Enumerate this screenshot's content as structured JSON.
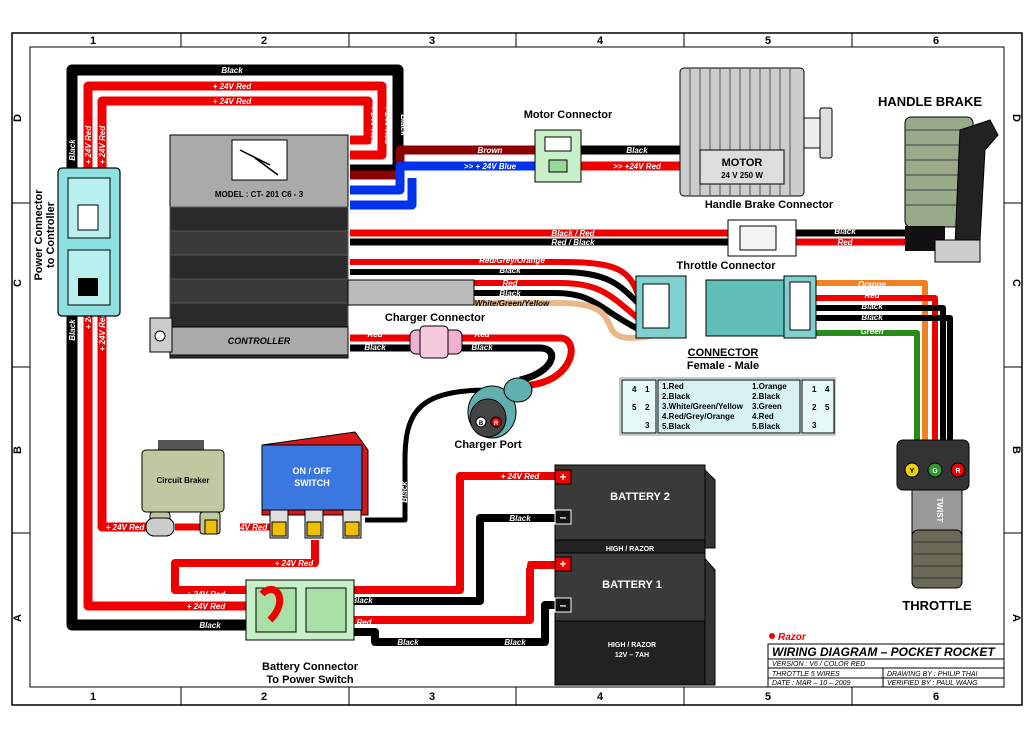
{
  "grid": {
    "columns": [
      "1",
      "2",
      "3",
      "4",
      "5",
      "6"
    ],
    "rows": [
      "D",
      "C",
      "B",
      "A"
    ]
  },
  "components": {
    "handle_brake": "HANDLE BRAKE",
    "motor_connector": "Motor Connector",
    "motor_title": "MOTOR",
    "motor_spec": "24 V 250 W",
    "handle_brake_connector": "Handle Brake Connector",
    "throttle_connector": "Throttle Connector",
    "charger_connector": "Charger Connector",
    "charger_port": "Charger Port",
    "controller_model": "MODEL : CT- 201 C6 - 3",
    "controller_label": "CONTROLLER",
    "power_connector_line1": "Power Connector",
    "power_connector_line2": "to Controller",
    "circuit_breaker": "Circuit Braker",
    "switch_line1": "ON / OFF",
    "switch_line2": "SWITCH",
    "battery2": "BATTERY 2",
    "battery1": "BATTERY 1",
    "battery_brand_top": "HIGH / RAZOR",
    "battery_brand_bottom_line1": "HIGH / RAZOR",
    "battery_brand_bottom_line2": "12V – 7AH",
    "battery_connector_line1": "Battery Connector",
    "battery_connector_line2": "To Power Switch",
    "throttle": "THROTTLE",
    "twist": "TWIST",
    "charger_port_b": "B",
    "charger_port_r": "R",
    "throttle_y": "Y",
    "throttle_g": "G",
    "throttle_r": "R",
    "plus": "+",
    "minus": "–"
  },
  "connector_legend": {
    "title": "CONNECTOR",
    "subtitle": "Female  -  Male",
    "female": [
      "1.Red",
      "2.Black",
      "3.White/Green/Yellow",
      "4.Red/Grey/Orange",
      "5.Black"
    ],
    "male": [
      "1.Orange",
      "2.Black",
      "3.Green",
      "4.Red",
      "5.Black"
    ],
    "female_pins": [
      "4",
      "1",
      "5",
      "2",
      "3"
    ],
    "male_pins": [
      "4",
      "1",
      "2",
      "5",
      "3"
    ]
  },
  "wire_labels": {
    "black": "Black",
    "red24": "+ 24V Red",
    "brown": "Brown",
    "blue24": ">> + 24V Blue",
    "red24m": ">> +24V Red",
    "black_red": "Black / Red",
    "red_black": "Red / Black",
    "red_grey_orange": "Red/Grey/Orange",
    "red": "Red",
    "white_green_yellow": "White/Green/Yellow",
    "orange": "Orange",
    "green": "Green"
  },
  "title_block": {
    "brand": "Razor",
    "title": "WIRING DIAGRAM – POCKET ROCKET",
    "version": "VERSION : V6 / COLOR RED",
    "throttle": "THROTTLE 5 WIRES",
    "date": "DATE : MAR – 10 – 2009",
    "drawing_by": "DRAWING BY : PHILIP THAI",
    "verified_by": "VERIFIED BY : PAUL WANG"
  }
}
